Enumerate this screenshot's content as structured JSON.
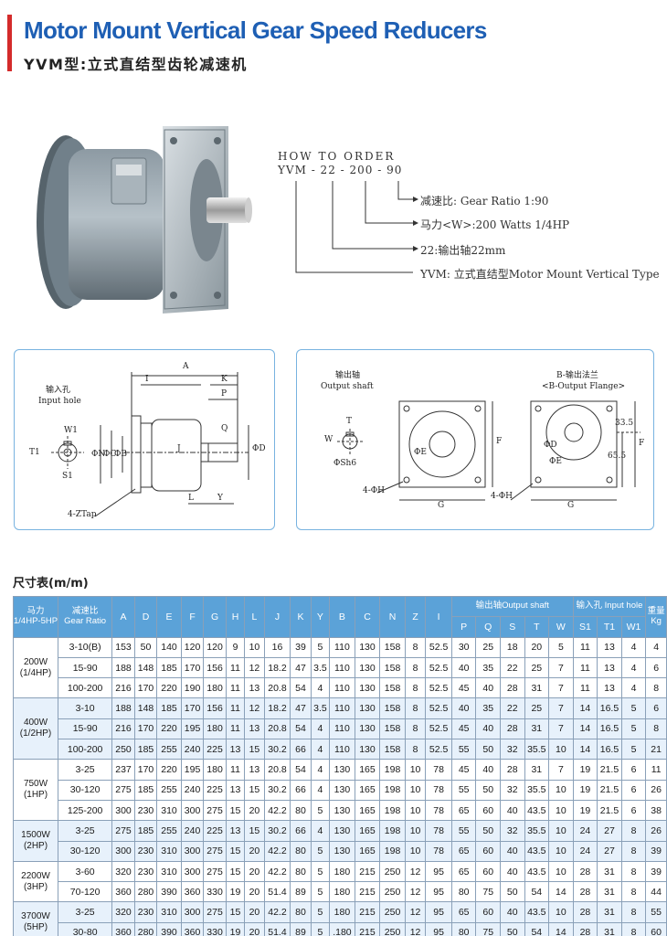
{
  "header": {
    "title": "Motor Mount Vertical Gear Speed Reducers",
    "subtitle": "YVM型:立式直结型齿轮减速机"
  },
  "order": {
    "title": "HOW TO ORDER",
    "code": "YVM - 22 - 200 - 90",
    "lines": [
      "减速比:  Gear Ratio 1:90",
      "马力<W>:200  Watts 1/4HP",
      "22:输出轴22mm",
      "YVM:  立式直结型Motor Mount Vertical Type"
    ]
  },
  "drawing_left": {
    "input_hole_cn": "输入孔",
    "input_hole_en": "Input hole",
    "labels": [
      "A",
      "I",
      "K",
      "P",
      "Q",
      "J",
      "ΦD",
      "ΦN",
      "ΦC",
      "ΦB",
      "W1",
      "T1",
      "S1",
      "L",
      "Y",
      "4-ZTap"
    ]
  },
  "drawing_right": {
    "output_shaft_cn": "输出轴",
    "output_shaft_en": "Output shaft",
    "flange_cn": "B-输出法兰",
    "flange_en": "<B-Output Flange>",
    "labels": [
      "T",
      "W",
      "ΦSh6",
      "4-ΦH",
      "G",
      "F",
      "ΦE",
      "ΦD",
      "33.5",
      "65.5"
    ]
  },
  "table": {
    "title": "尺寸表(m/m)",
    "headers": {
      "hp": "马力\n1/4HP-5HP",
      "ratio": "减速比\nGear Ratio",
      "cols": [
        "A",
        "D",
        "E",
        "F",
        "G",
        "H",
        "L",
        "J",
        "K",
        "Y",
        "B",
        "C",
        "N",
        "Z",
        "I"
      ],
      "output_group": "输出轴Output shaft",
      "output_cols": [
        "P",
        "Q",
        "S",
        "T",
        "W"
      ],
      "input_group": "输入孔 Input hole",
      "input_cols": [
        "S1",
        "T1",
        "W1"
      ],
      "weight": "重量\nKg"
    },
    "groups": [
      {
        "label": "200W\n(1/4HP)",
        "rows": [
          [
            "3-10(B)",
            "153",
            "50",
            "140",
            "120",
            "120",
            "9",
            "10",
            "16",
            "39",
            "5",
            "110",
            "130",
            "158",
            "8",
            "52.5",
            "30",
            "25",
            "18",
            "20",
            "5",
            "11",
            "13",
            "4",
            "4"
          ],
          [
            "15-90",
            "188",
            "148",
            "185",
            "170",
            "156",
            "11",
            "12",
            "18.2",
            "47",
            "3.5",
            "110",
            "130",
            "158",
            "8",
            "52.5",
            "40",
            "35",
            "22",
            "25",
            "7",
            "11",
            "13",
            "4",
            "6"
          ],
          [
            "100-200",
            "216",
            "170",
            "220",
            "190",
            "180",
            "11",
            "13",
            "20.8",
            "54",
            "4",
            "110",
            "130",
            "158",
            "8",
            "52.5",
            "45",
            "40",
            "28",
            "31",
            "7",
            "11",
            "13",
            "4",
            "8"
          ]
        ]
      },
      {
        "label": "400W\n(1/2HP)",
        "rows": [
          [
            "3-10",
            "188",
            "148",
            "185",
            "170",
            "156",
            "11",
            "12",
            "18.2",
            "47",
            "3.5",
            "110",
            "130",
            "158",
            "8",
            "52.5",
            "40",
            "35",
            "22",
            "25",
            "7",
            "14",
            "16.5",
            "5",
            "6"
          ],
          [
            "15-90",
            "216",
            "170",
            "220",
            "195",
            "180",
            "11",
            "13",
            "20.8",
            "54",
            "4",
            "110",
            "130",
            "158",
            "8",
            "52.5",
            "45",
            "40",
            "28",
            "31",
            "7",
            "14",
            "16.5",
            "5",
            "8"
          ],
          [
            "100-200",
            "250",
            "185",
            "255",
            "240",
            "225",
            "13",
            "15",
            "30.2",
            "66",
            "4",
            "110",
            "130",
            "158",
            "8",
            "52.5",
            "55",
            "50",
            "32",
            "35.5",
            "10",
            "14",
            "16.5",
            "5",
            "21"
          ]
        ]
      },
      {
        "label": "750W\n(1HP)",
        "rows": [
          [
            "3-25",
            "237",
            "170",
            "220",
            "195",
            "180",
            "11",
            "13",
            "20.8",
            "54",
            "4",
            "130",
            "165",
            "198",
            "10",
            "78",
            "45",
            "40",
            "28",
            "31",
            "7",
            "19",
            "21.5",
            "6",
            "11"
          ],
          [
            "30-120",
            "275",
            "185",
            "255",
            "240",
            "225",
            "13",
            "15",
            "30.2",
            "66",
            "4",
            "130",
            "165",
            "198",
            "10",
            "78",
            "55",
            "50",
            "32",
            "35.5",
            "10",
            "19",
            "21.5",
            "6",
            "26"
          ],
          [
            "125-200",
            "300",
            "230",
            "310",
            "300",
            "275",
            "15",
            "20",
            "42.2",
            "80",
            "5",
            "130",
            "165",
            "198",
            "10",
            "78",
            "65",
            "60",
            "40",
            "43.5",
            "10",
            "19",
            "21.5",
            "6",
            "38"
          ]
        ]
      },
      {
        "label": "1500W\n(2HP)",
        "rows": [
          [
            "3-25",
            "275",
            "185",
            "255",
            "240",
            "225",
            "13",
            "15",
            "30.2",
            "66",
            "4",
            "130",
            "165",
            "198",
            "10",
            "78",
            "55",
            "50",
            "32",
            "35.5",
            "10",
            "24",
            "27",
            "8",
            "26"
          ],
          [
            "30-120",
            "300",
            "230",
            "310",
            "300",
            "275",
            "15",
            "20",
            "42.2",
            "80",
            "5",
            "130",
            "165",
            "198",
            "10",
            "78",
            "65",
            "60",
            "40",
            "43.5",
            "10",
            "24",
            "27",
            "8",
            "39"
          ]
        ]
      },
      {
        "label": "2200W\n(3HP)",
        "rows": [
          [
            "3-60",
            "320",
            "230",
            "310",
            "300",
            "275",
            "15",
            "20",
            "42.2",
            "80",
            "5",
            "180",
            "215",
            "250",
            "12",
            "95",
            "65",
            "60",
            "40",
            "43.5",
            "10",
            "28",
            "31",
            "8",
            "39"
          ],
          [
            "70-120",
            "360",
            "280",
            "390",
            "360",
            "330",
            "19",
            "20",
            "51.4",
            "89",
            "5",
            "180",
            "215",
            "250",
            "12",
            "95",
            "80",
            "75",
            "50",
            "54",
            "14",
            "28",
            "31",
            "8",
            "44"
          ]
        ]
      },
      {
        "label": "3700W\n(5HP)",
        "rows": [
          [
            "3-25",
            "320",
            "230",
            "310",
            "300",
            "275",
            "15",
            "20",
            "42.2",
            "80",
            "5",
            "180",
            "215",
            "250",
            "12",
            "95",
            "65",
            "60",
            "40",
            "43.5",
            "10",
            "28",
            "31",
            "8",
            "55"
          ],
          [
            "30-80",
            "360",
            "280",
            "390",
            "360",
            "330",
            "19",
            "20",
            "51.4",
            "89",
            "5",
            ".180",
            "215",
            "250",
            "12",
            "95",
            "80",
            "75",
            "50",
            "54",
            "14",
            "28",
            "31",
            "8",
            "60"
          ]
        ]
      }
    ]
  },
  "colors": {
    "title_blue": "#1e5fb4",
    "accent_red": "#d42b2b",
    "table_header": "#5ba2d8",
    "row_tint": "#e7f1fb",
    "panel_border": "#78b3e0"
  }
}
